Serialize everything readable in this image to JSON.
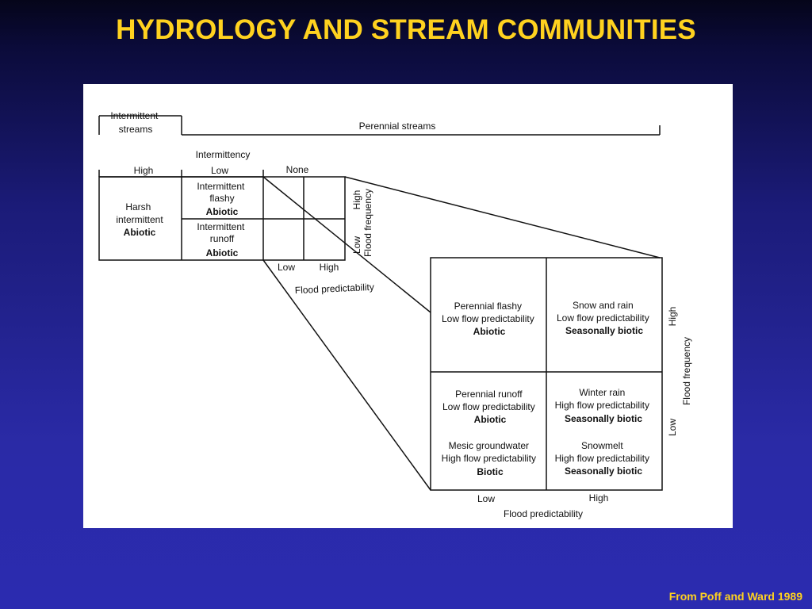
{
  "slide": {
    "title": "HYDROLOGY AND STREAM COMMUNITIES",
    "credit": "From Poff and Ward 1989",
    "title_color": "#ffd21f",
    "background_color": "#2a2aa6"
  },
  "diagram": {
    "top_headers": {
      "intermittent_streams": [
        "Intermittent",
        "streams"
      ],
      "perennial_streams": "Perennial streams"
    },
    "intermittency": {
      "label": "Intermittency",
      "high": "High",
      "low": "Low",
      "none": "None"
    },
    "small_grid": {
      "harsh": [
        "Harsh",
        "intermittent"
      ],
      "harsh_type": "Abiotic",
      "flashy": [
        "Intermittent",
        "flashy"
      ],
      "flashy_type": "Abiotic",
      "runoff": [
        "Intermittent",
        "runoff"
      ],
      "runoff_type": "Abiotic",
      "flood_frequency_label": "Flood frequency",
      "freq_high": "High",
      "freq_low": "Low",
      "pred_low": "Low",
      "pred_high": "High",
      "flood_predictability_label": "Flood predictability"
    },
    "large_grid": {
      "cells": [
        {
          "lines": [
            "Perennial flashy",
            "Low flow predictability"
          ],
          "type": "Abiotic"
        },
        {
          "lines": [
            "Snow and rain",
            "Low flow predictability"
          ],
          "type": "Seasonally biotic"
        },
        {
          "lines": [
            "Perennial runoff",
            "Low flow predictability"
          ],
          "type": "Abiotic"
        },
        {
          "lines": [
            "Winter rain",
            "High flow predictability"
          ],
          "type": "Seasonally biotic"
        },
        {
          "lines": [
            "Mesic groundwater",
            "High flow predictability"
          ],
          "type": "Biotic"
        },
        {
          "lines": [
            "Snowmelt",
            "High flow predictability"
          ],
          "type": "Seasonally biotic"
        }
      ],
      "x_low": "Low",
      "x_high": "High",
      "x_label": "Flood predictability",
      "y_high": "High",
      "y_low": "Low",
      "y_label": "Flood frequency"
    }
  }
}
